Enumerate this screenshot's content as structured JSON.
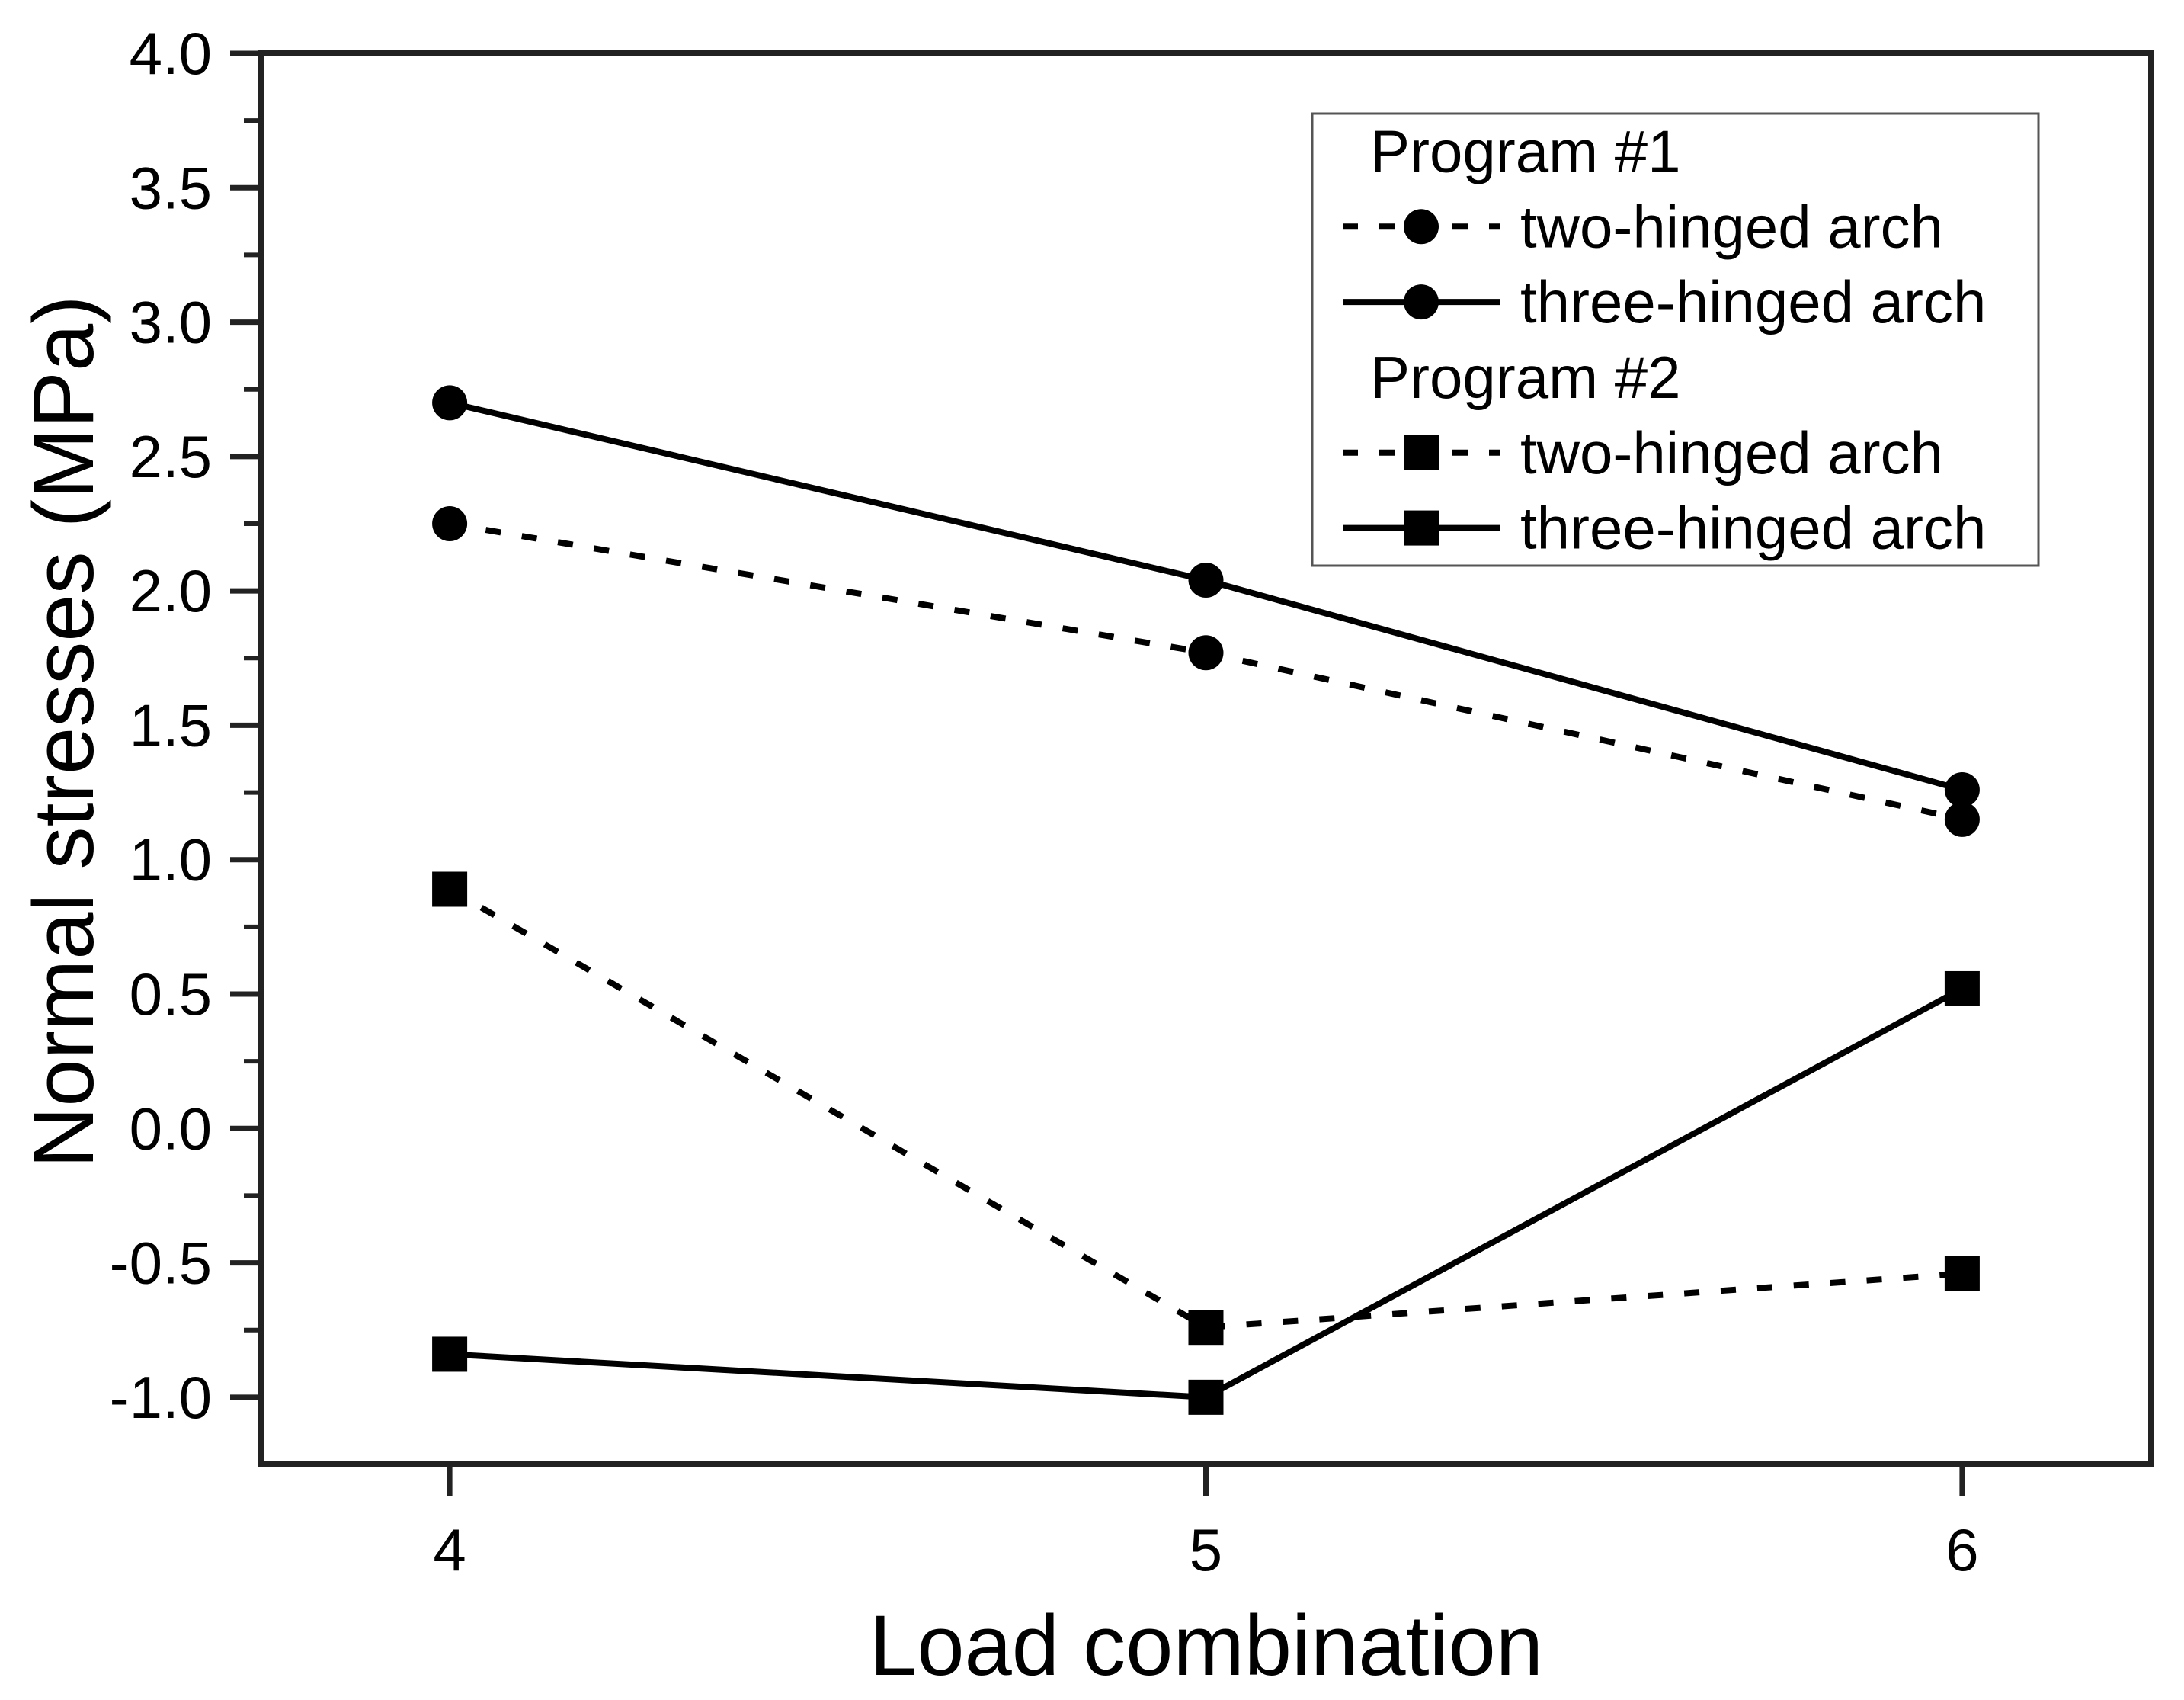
{
  "figure": {
    "background_color": "#ffffff",
    "series_color": "#000000",
    "axis_color": "#222222",
    "legend_border_color": "#555555"
  },
  "chart_data": {
    "type": "line",
    "title": "",
    "xlabel": "Load combination",
    "ylabel": "Normal stresses (MPa)",
    "x": [
      4,
      5,
      6
    ],
    "x_tick_labels": [
      "4",
      "5",
      "6"
    ],
    "y_ticks": [
      4.0,
      3.5,
      3.0,
      2.5,
      2.0,
      1.5,
      1.0,
      0.5,
      0.0,
      -0.5,
      -1.0
    ],
    "y_tick_labels": [
      "4.0",
      "3.5",
      "3.0",
      "2.5",
      "2.0",
      "1.5",
      "1.0",
      "0.5",
      "0.0",
      "-0.5",
      "-1.0"
    ],
    "y_minor_ticks": [
      3.75,
      3.25,
      2.75,
      2.25,
      1.75,
      1.25,
      0.75,
      0.25,
      -0.25,
      -0.75
    ],
    "xlim": [
      3.75,
      6.25
    ],
    "ylim": [
      -1.25,
      4.0
    ],
    "grid": false,
    "legend_position": "upper right",
    "series": [
      {
        "name": "program1-two-hinged-arch",
        "group": "Program #1",
        "label": "two-hinged arch",
        "marker": "circle",
        "line_style": "dotted",
        "values": [
          2.25,
          1.77,
          1.15
        ]
      },
      {
        "name": "program1-three-hinged-arch",
        "group": "Program #1",
        "label": "three-hinged arch",
        "marker": "circle",
        "line_style": "solid",
        "values": [
          2.7,
          2.04,
          1.26
        ]
      },
      {
        "name": "program2-two-hinged-arch",
        "group": "Program #2",
        "label": "two-hinged arch",
        "marker": "square",
        "line_style": "dotted",
        "values": [
          0.89,
          -0.74,
          -0.54
        ]
      },
      {
        "name": "program2-three-hinged-arch",
        "group": "Program #2",
        "label": "three-hinged arch",
        "marker": "square",
        "line_style": "solid",
        "values": [
          -0.84,
          -1.0,
          0.52
        ]
      }
    ],
    "legend_items": [
      {
        "type": "header",
        "text": "Program #1"
      },
      {
        "type": "series",
        "series_index": 0,
        "text": "two-hinged arch"
      },
      {
        "type": "series",
        "series_index": 1,
        "text": "three-hinged arch"
      },
      {
        "type": "header",
        "text": "Program #2"
      },
      {
        "type": "series",
        "series_index": 2,
        "text": "two-hinged arch"
      },
      {
        "type": "series",
        "series_index": 3,
        "text": "three-hinged arch"
      }
    ]
  }
}
